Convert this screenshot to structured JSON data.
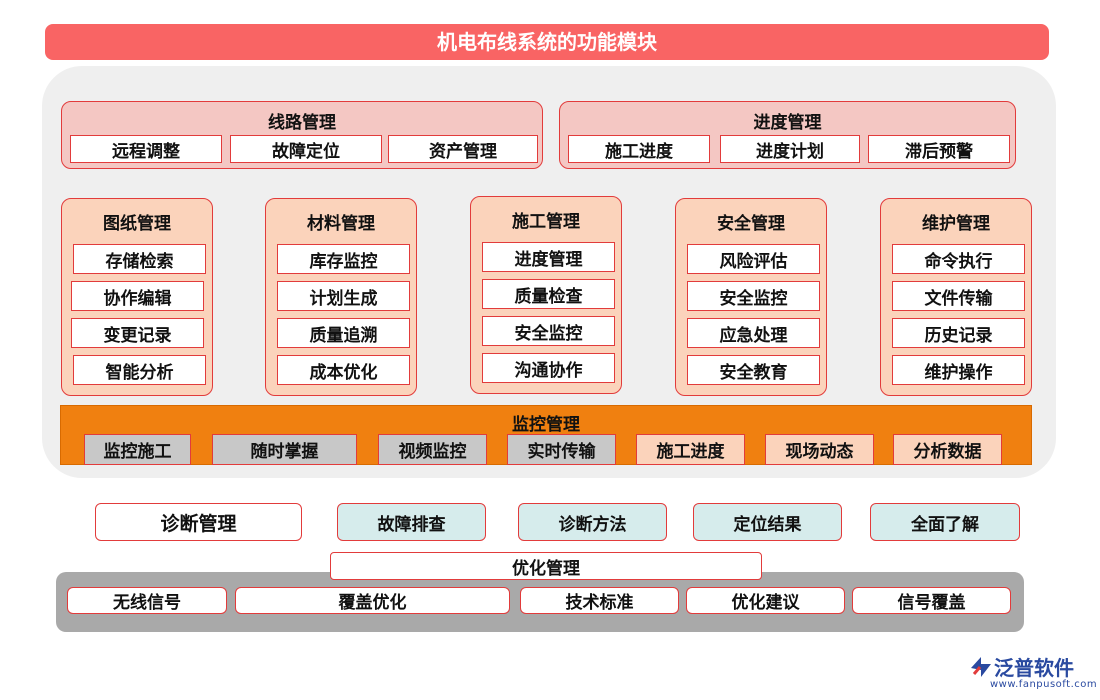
{
  "title": "机电布线系统的功能模块",
  "top_groups": [
    {
      "title": "线路管理",
      "items": [
        "远程调整",
        "故障定位",
        "资产管理"
      ]
    },
    {
      "title": "进度管理",
      "items": [
        "施工进度",
        "进度计划",
        "滞后预警"
      ]
    }
  ],
  "columns": [
    {
      "title": "图纸管理",
      "items": [
        "存储检索",
        "协作编辑",
        "变更记录",
        "智能分析"
      ]
    },
    {
      "title": "材料管理",
      "items": [
        "库存监控",
        "计划生成",
        "质量追溯",
        "成本优化"
      ]
    },
    {
      "title": "施工管理",
      "items": [
        "进度管理",
        "质量检查",
        "安全监控",
        "沟通协作"
      ]
    },
    {
      "title": "安全管理",
      "items": [
        "风险评估",
        "安全监控",
        "应急处理",
        "安全教育"
      ]
    },
    {
      "title": "维护管理",
      "items": [
        "命令执行",
        "文件传输",
        "历史记录",
        "维护操作"
      ]
    }
  ],
  "monitor": {
    "title": "监控管理",
    "items": [
      "监控施工",
      "随时掌握",
      "视频监控",
      "实时传输",
      "施工进度",
      "现场动态",
      "分析数据"
    ]
  },
  "diagnosis": {
    "title": "诊断管理",
    "items": [
      "故障排查",
      "诊断方法",
      "定位结果",
      "全面了解"
    ]
  },
  "optimization": {
    "title": "优化管理",
    "items": [
      "无线信号",
      "覆盖优化",
      "技术标准",
      "优化建议",
      "信号覆盖"
    ]
  },
  "logo": {
    "name": "泛普软件",
    "url": "www.fanpusoft.com"
  },
  "colors": {
    "title_bar": "#f96464",
    "accent_border": "#e23b3b",
    "monitor_bar": "#f08010"
  }
}
